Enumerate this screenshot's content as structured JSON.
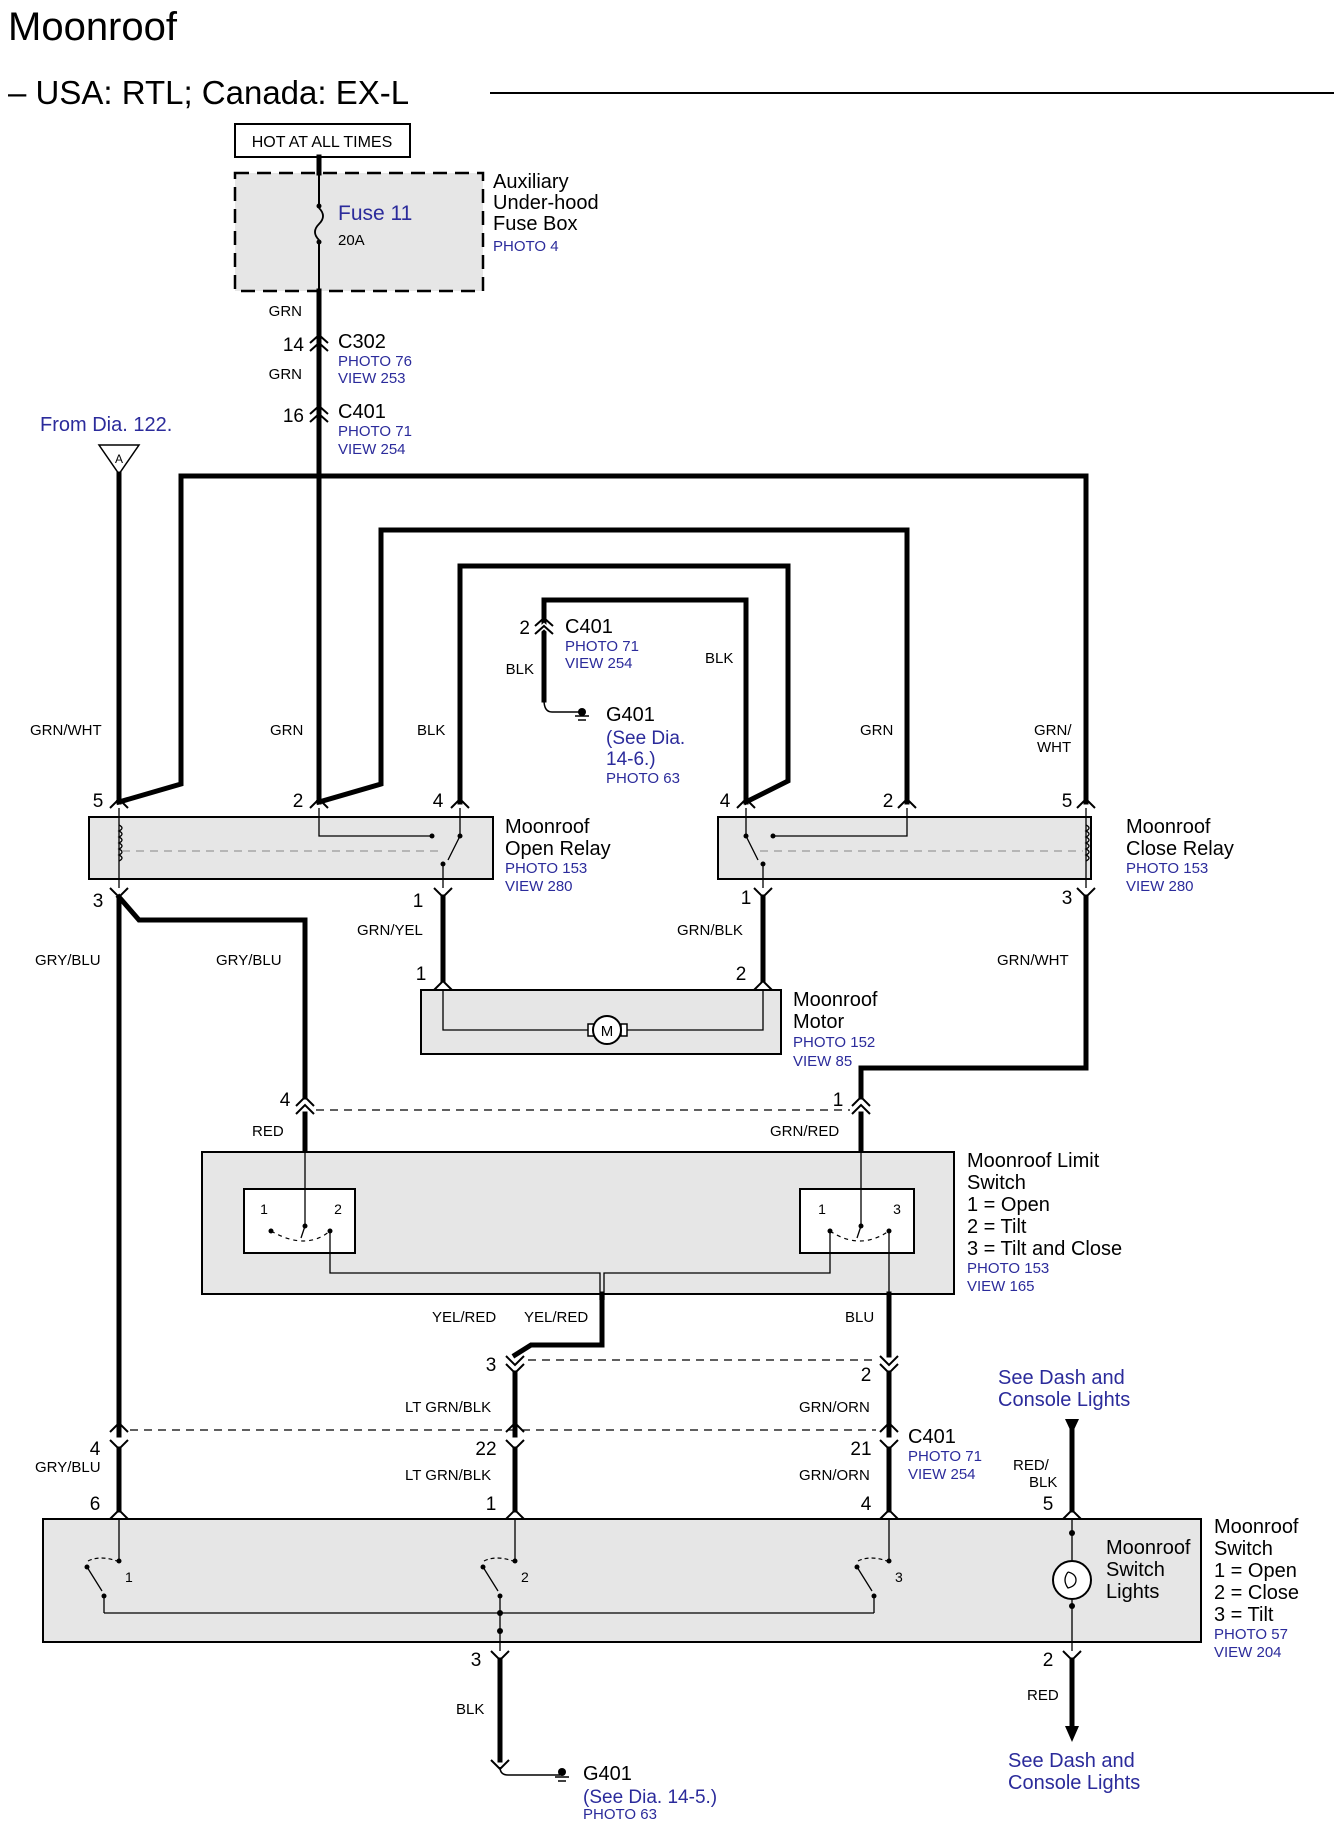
{
  "title": "Moonroof",
  "subtitle": "– USA: RTL; Canada: EX-L",
  "labels": {
    "hot": "HOT AT ALL TIMES",
    "fuse_name": "Fuse 11",
    "fuse_rating": "20A",
    "aux_box_1": "Auxiliary",
    "aux_box_2": "Under-hood",
    "aux_box_3": "Fuse Box",
    "aux_photo": "PHOTO 4",
    "grn_a": "GRN",
    "grn_b": "GRN",
    "c302_pin": "14",
    "c302": "C302",
    "c302_photo": "PHOTO 76",
    "c302_view": "VIEW 253",
    "c401_pin16": "16",
    "c401_top": "C401",
    "c401_top_photo": "PHOTO 71",
    "c401_top_view": "VIEW 254",
    "from_dia": "From Dia. 122.",
    "ref_a": "A",
    "c401_mid_pin": "2",
    "c401_mid": "C401",
    "c401_mid_photo": "PHOTO 71",
    "c401_mid_view": "VIEW 254",
    "blk_mid_left": "BLK",
    "blk_mid_right": "BLK",
    "g401_top": "G401",
    "g401_top_see1": "(See Dia.",
    "g401_top_see2": "14-6.)",
    "g401_top_photo": "PHOTO 63",
    "w_grnwht_l": "GRN/WHT",
    "w_grn_l": "GRN",
    "w_blk_l": "BLK",
    "w_grn_r": "GRN",
    "w_grnwht_r1": "GRN/",
    "w_grnwht_r2": "WHT",
    "or_p5": "5",
    "or_p2": "2",
    "or_p4": "4",
    "or_p3": "3",
    "or_p1": "1",
    "open_relay_1": "Moonroof",
    "open_relay_2": "Open Relay",
    "open_relay_photo": "PHOTO 153",
    "open_relay_view": "VIEW 280",
    "cr_p4": "4",
    "cr_p2": "2",
    "cr_p5": "5",
    "cr_p1": "1",
    "cr_p3": "3",
    "close_relay_1": "Moonroof",
    "close_relay_2": "Close Relay",
    "close_relay_photo": "PHOTO 153",
    "close_relay_view": "VIEW 280",
    "w_grybluf": "GRY/BLU",
    "w_grybluf2": "GRY/BLU",
    "w_grnyel": "GRN/YEL",
    "w_grnblk": "GRN/BLK",
    "w_grnwht3": "GRN/WHT",
    "m_p1": "1",
    "m_p2": "2",
    "motor_1": "Moonroof",
    "motor_2": "Motor",
    "motor_photo": "PHOTO 152",
    "motor_view": "VIEW 85",
    "motor_m": "M",
    "ls_p4": "4",
    "ls_p1": "1",
    "w_red": "RED",
    "w_grnred": "GRN/RED",
    "ls_1": "Moonroof Limit",
    "ls_2": "Switch",
    "ls_3": "1 = Open",
    "ls_4": "2 = Tilt",
    "ls_5": "3 = Tilt and Close",
    "ls_photo": "PHOTO 153",
    "ls_view": "VIEW 165",
    "ls_a1": "1",
    "ls_a2": "2",
    "ls_b1": "1",
    "ls_b3": "3",
    "w_yelred1": "YEL/RED",
    "w_yelred2": "YEL/RED",
    "w_blu": "BLU",
    "j_p3": "3",
    "j_p2": "2",
    "w_ltgrnblk1": "LT GRN/BLK",
    "w_grnorn1": "GRN/ORN",
    "c401_b": "C401",
    "c401_b_photo": "PHOTO 71",
    "c401_b_view": "VIEW 254",
    "see_dash_top1": "See Dash and",
    "see_dash_top2": "Console Lights",
    "c401_b_p4": "4",
    "c401_b_p22": "22",
    "c401_b_p21": "21",
    "w_gryblu3": "GRY/BLU",
    "w_ltgrnblk2": "LT GRN/BLK",
    "w_grnorn2": "GRN/ORN",
    "w_redblk1": "RED/",
    "w_redblk2": "BLK",
    "sw_p6": "6",
    "sw_p1": "1",
    "sw_p4": "4",
    "sw_p5": "5",
    "sw_c1": "1",
    "sw_c2": "2",
    "sw_c3": "3",
    "sw_lights_1": "Moonroof",
    "sw_lights_2": "Switch",
    "sw_lights_3": "Lights",
    "sw_1": "Moonroof",
    "sw_2": "Switch",
    "sw_3": "1 = Open",
    "sw_4": "2 = Close",
    "sw_5": "3 = Tilt",
    "sw_photo": "PHOTO 57",
    "sw_view": "VIEW 204",
    "sw_p3": "3",
    "sw_p2": "2",
    "w_blk_bot": "BLK",
    "w_red_bot": "RED",
    "g401_bot": "G401",
    "g401_bot_see": "(See Dia. 14-5.)",
    "g401_bot_photo": "PHOTO 63",
    "see_dash_bot1": "See Dash and",
    "see_dash_bot2": "Console Lights"
  },
  "colors": {
    "reference_text": "#2b2b9b",
    "component_fill": "#e6e6e6",
    "wire": "#000000"
  }
}
